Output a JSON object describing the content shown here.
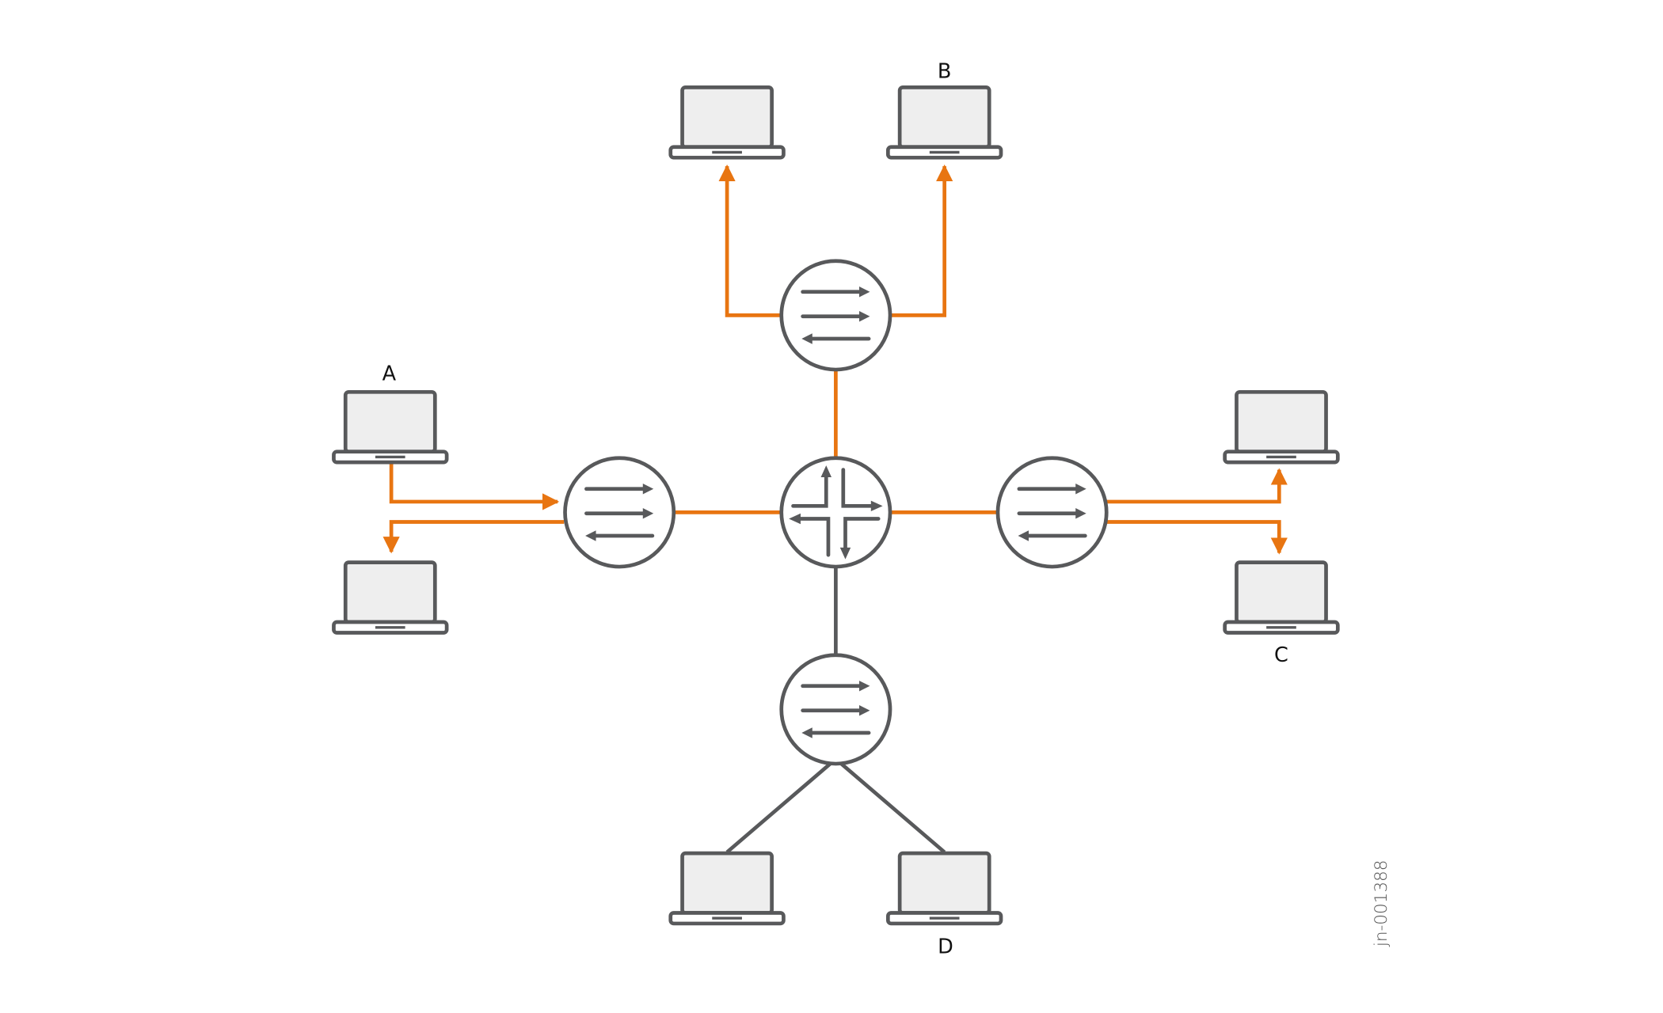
{
  "labels": {
    "a": "A",
    "b": "B",
    "c": "C",
    "d": "D"
  },
  "figure_id": "jn-001388",
  "colors": {
    "flow": "#e87511",
    "device": "#58595b",
    "screen": "#eeeeee"
  },
  "icons": [
    "laptop-icon",
    "switch-icon",
    "router-icon"
  ]
}
